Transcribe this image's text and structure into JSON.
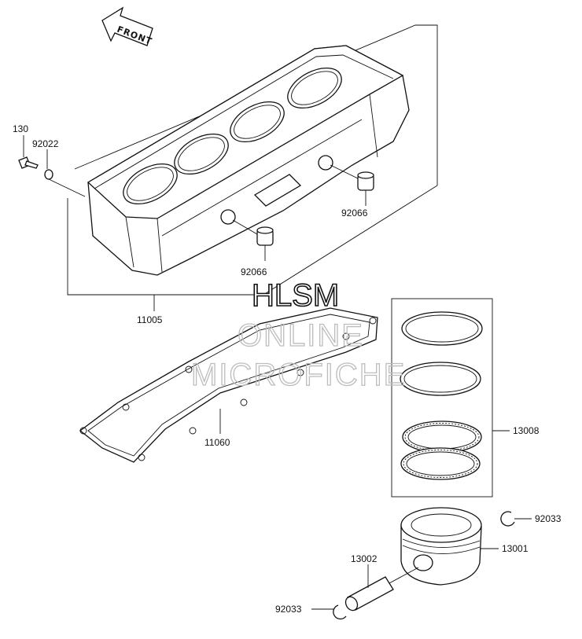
{
  "front_arrow": {
    "text": "FRONT"
  },
  "watermark": {
    "line1": "HLSM",
    "line2": "ONLINE",
    "line3": "MICROFICHE"
  },
  "callouts": {
    "bolt": "130",
    "washer": "92022",
    "plug_right": "92066",
    "plug_left": "92066",
    "cylinder": "11005",
    "gasket": "11060",
    "ring_set": "13008",
    "circlip_top": "92033",
    "piston": "13001",
    "pin": "13002",
    "circlip_bottom": "92033"
  }
}
